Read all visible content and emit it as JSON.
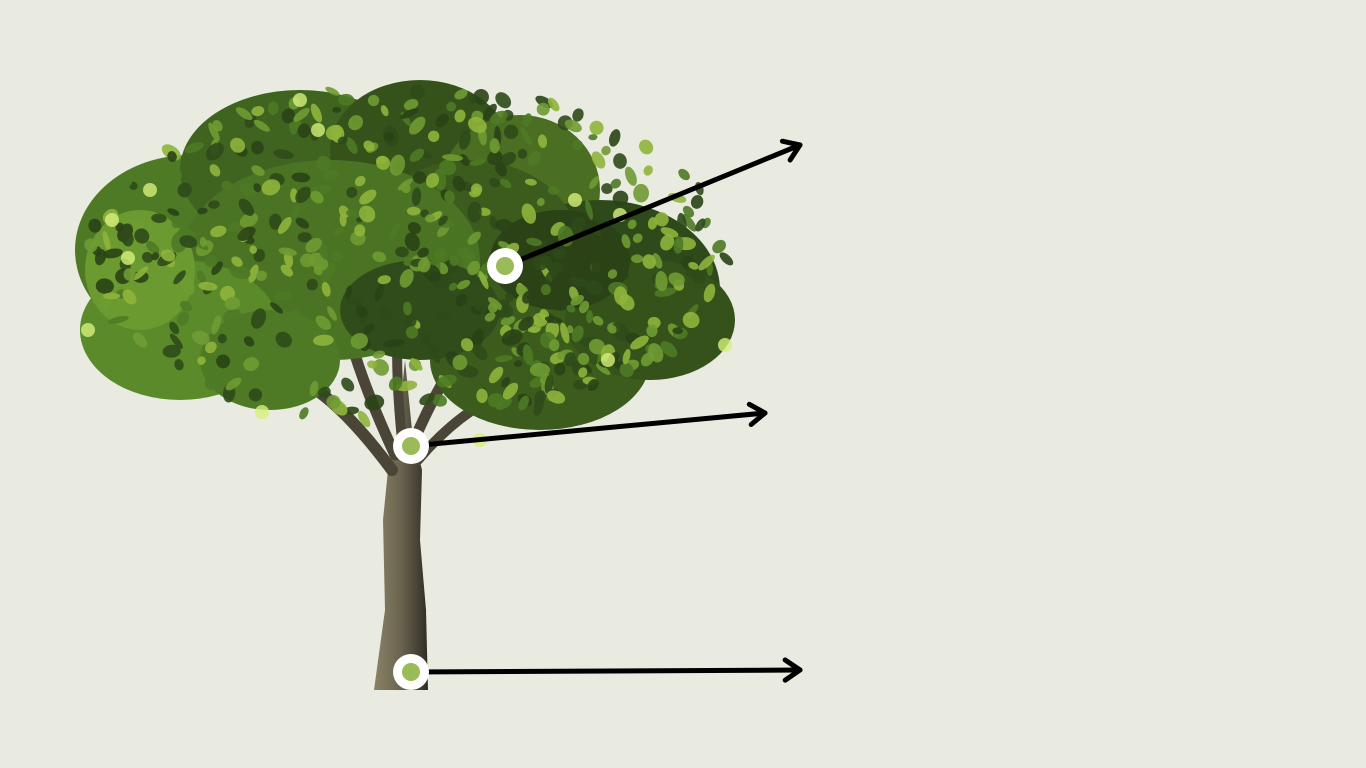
{
  "diagram": {
    "subject": "tree-parts",
    "colors": {
      "background": "#e9ebe1",
      "hotspot_ring": "#ffffff",
      "hotspot_dot": "#9bbb59",
      "arrow": "#000000",
      "trunk": "#7a7259",
      "trunk_dark": "#3d3a30",
      "foliage_dark": "#2f4a1a",
      "foliage_mid": "#4e7a25",
      "foliage_light": "#8fb43c",
      "foliage_highlight": "#d6f07a"
    },
    "hotspots": [
      {
        "id": "crown",
        "icon": "hotspot-marker-icon",
        "label": ""
      },
      {
        "id": "branches",
        "icon": "hotspot-marker-icon",
        "label": ""
      },
      {
        "id": "trunk",
        "icon": "hotspot-marker-icon",
        "label": ""
      }
    ]
  }
}
